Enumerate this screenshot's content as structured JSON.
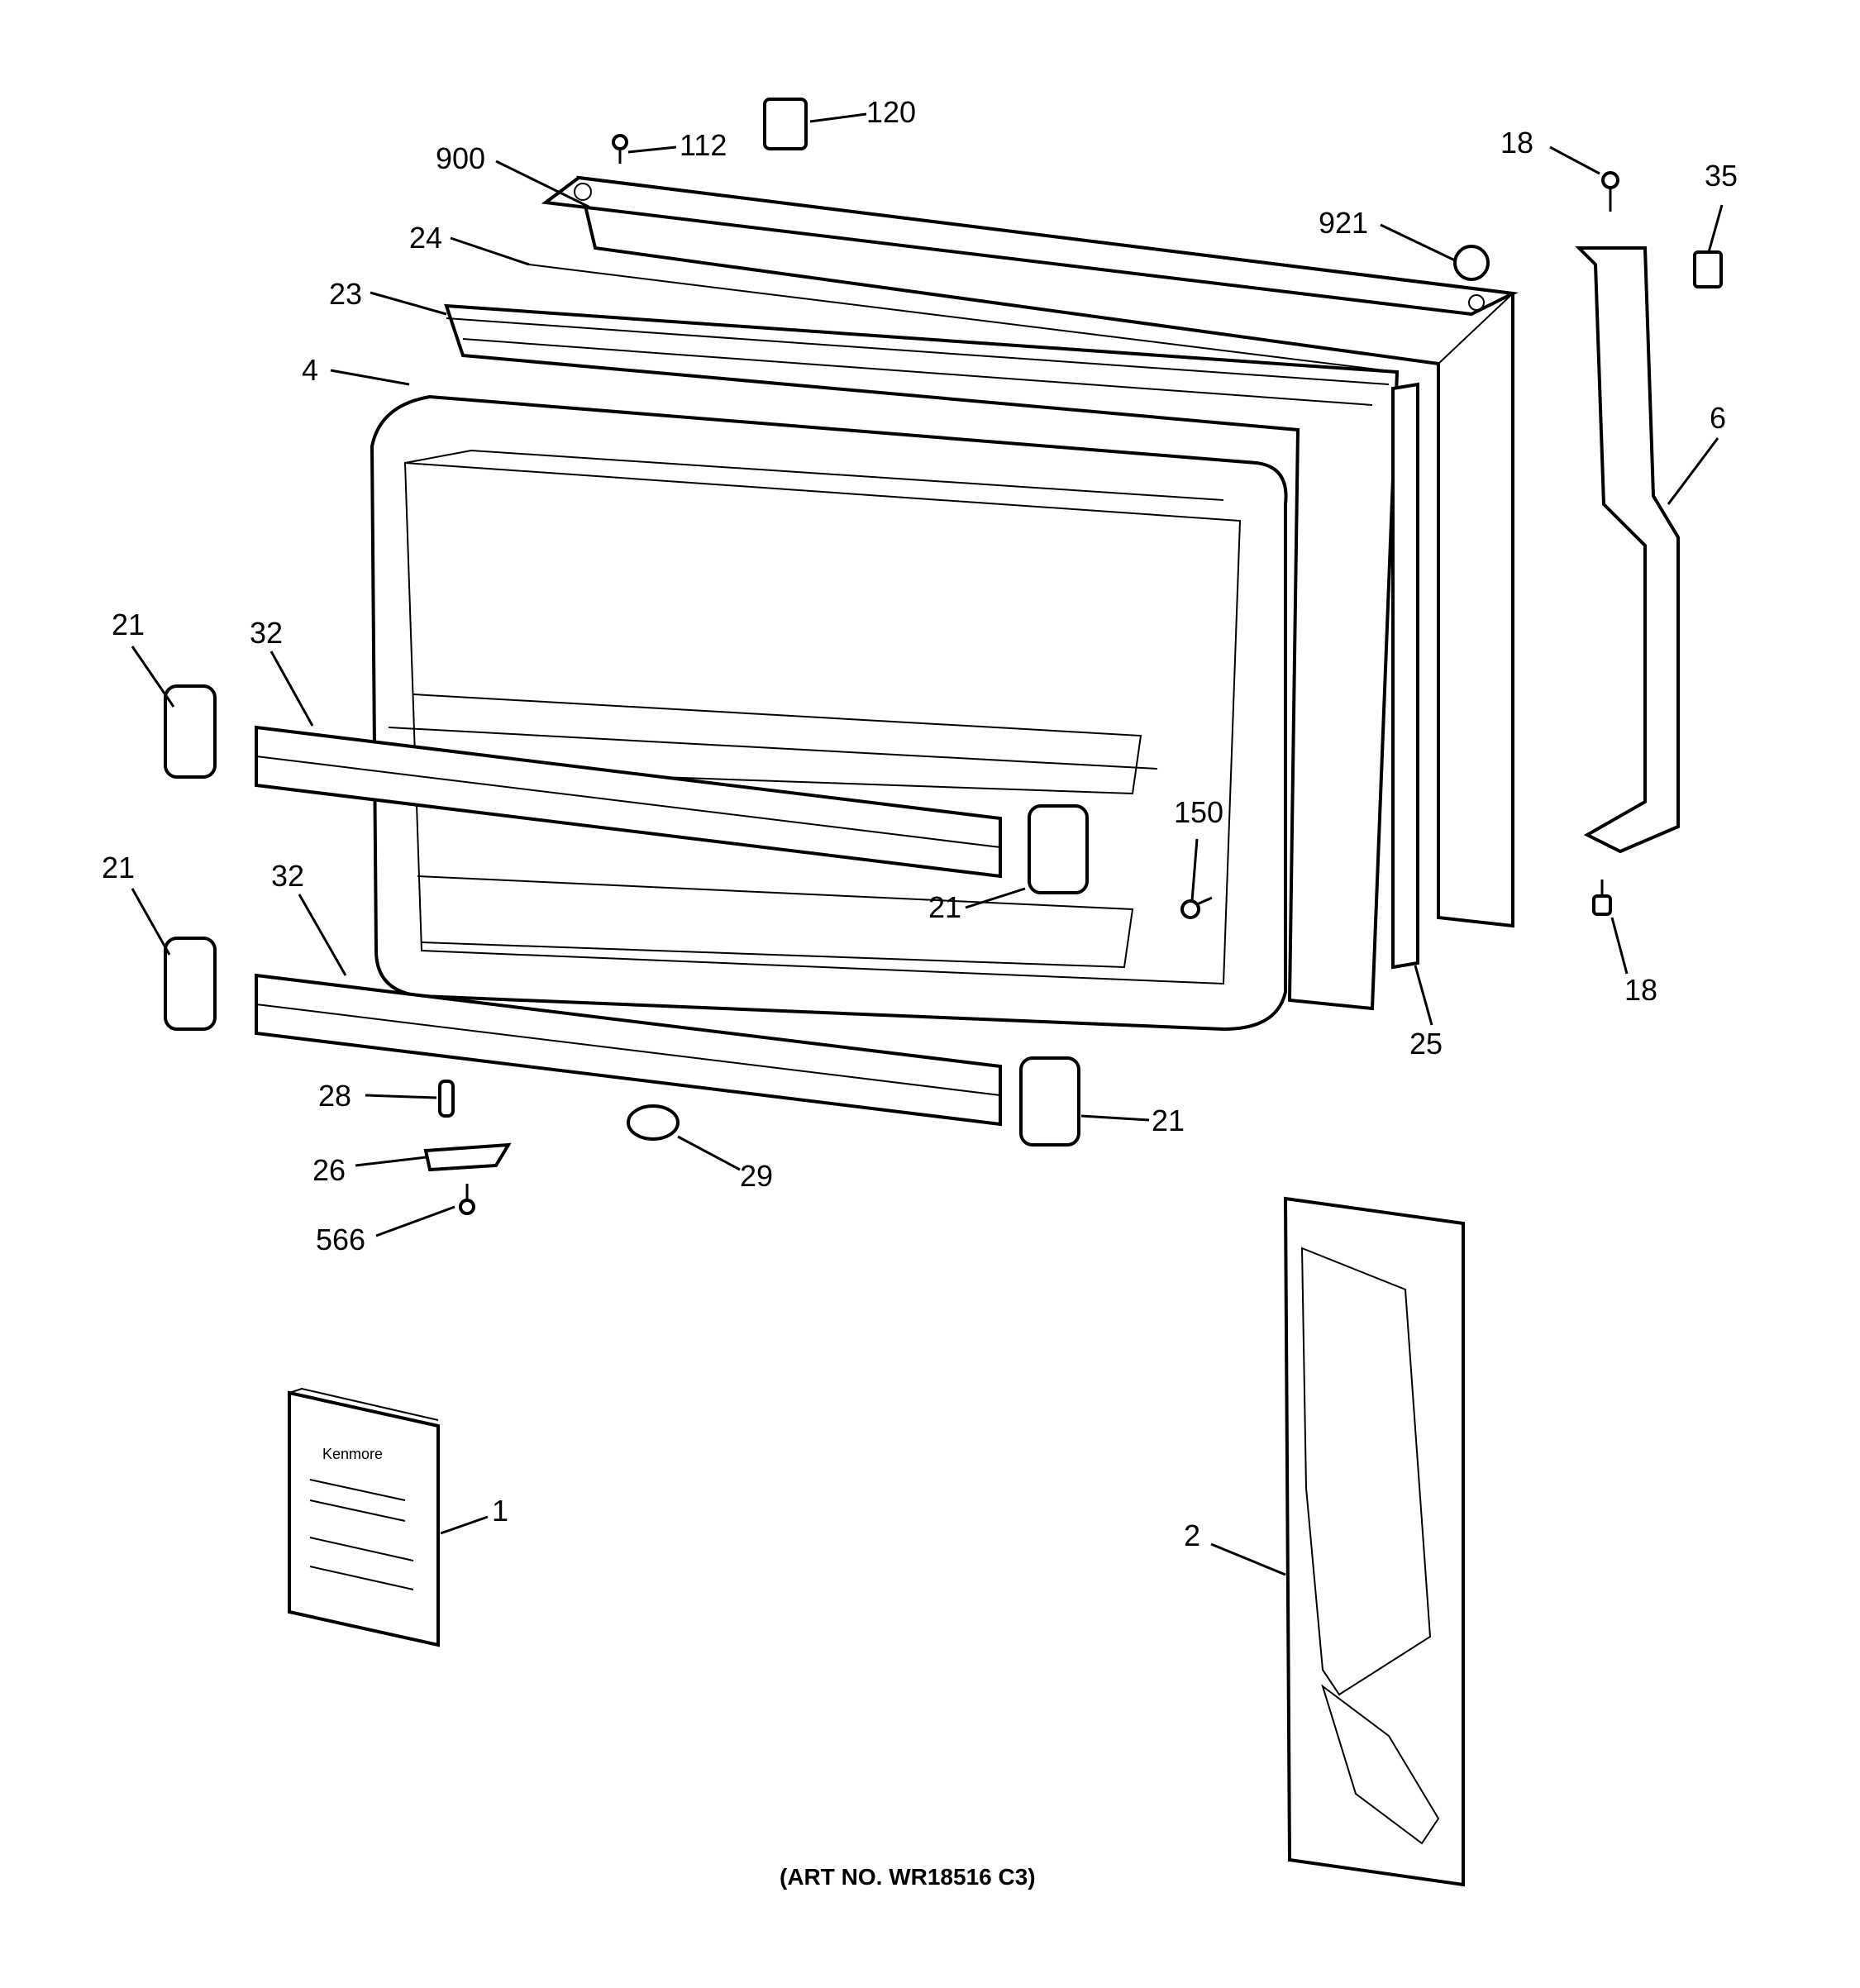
{
  "diagram": {
    "caption": "(ART NO. WR18516 C3)",
    "callouts": [
      {
        "id": "c-120",
        "label": "120"
      },
      {
        "id": "c-112",
        "label": "112"
      },
      {
        "id": "c-900",
        "label": "900"
      },
      {
        "id": "c-18a",
        "label": "18"
      },
      {
        "id": "c-35",
        "label": "35"
      },
      {
        "id": "c-921",
        "label": "921"
      },
      {
        "id": "c-24",
        "label": "24"
      },
      {
        "id": "c-23",
        "label": "23"
      },
      {
        "id": "c-4",
        "label": "4"
      },
      {
        "id": "c-6",
        "label": "6"
      },
      {
        "id": "c-21a",
        "label": "21"
      },
      {
        "id": "c-32a",
        "label": "32"
      },
      {
        "id": "c-150",
        "label": "150"
      },
      {
        "id": "c-21b",
        "label": "21"
      },
      {
        "id": "c-21c",
        "label": "21"
      },
      {
        "id": "c-32b",
        "label": "32"
      },
      {
        "id": "c-18b",
        "label": "18"
      },
      {
        "id": "c-25",
        "label": "25"
      },
      {
        "id": "c-28",
        "label": "28"
      },
      {
        "id": "c-21d",
        "label": "21"
      },
      {
        "id": "c-26",
        "label": "26"
      },
      {
        "id": "c-29",
        "label": "29"
      },
      {
        "id": "c-566",
        "label": "566"
      },
      {
        "id": "c-1",
        "label": "1"
      },
      {
        "id": "c-2",
        "label": "2"
      }
    ],
    "manual_lettering": "Kenmore"
  }
}
